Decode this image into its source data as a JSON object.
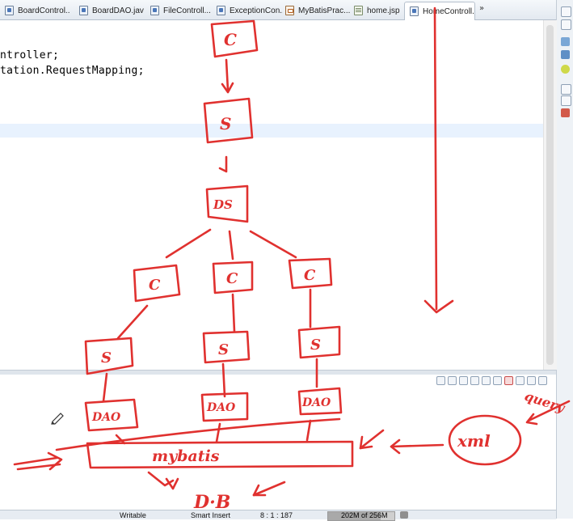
{
  "tabs": [
    {
      "label": "BoardControl...",
      "icon": "java-file-icon",
      "active": false
    },
    {
      "label": "BoardDAO.java",
      "icon": "java-file-icon",
      "active": false
    },
    {
      "label": "FileControll...",
      "icon": "java-file-icon",
      "active": false
    },
    {
      "label": "ExceptionCon...",
      "icon": "java-file-icon",
      "active": false
    },
    {
      "label": "MyBatisPrac...",
      "icon": "xml-file-icon",
      "active": false
    },
    {
      "label": "home.jsp",
      "icon": "jsp-file-icon",
      "active": false
    },
    {
      "label": "HomeControll...",
      "icon": "java-file-icon",
      "active": true
    }
  ],
  "tab_overflow": "»",
  "close_glyph": "✕",
  "editor": {
    "lines": [
      "ntroller;",
      "tation.RequestMapping;"
    ]
  },
  "statusbar": {
    "writable": "Writable",
    "insert_mode": "Smart Insert",
    "position": "8 : 1 : 187",
    "heap": "202M of 256M",
    "heap_fraction": 0.79
  },
  "annotations": {
    "controller": "C",
    "service": "S",
    "dispatcher": "DS",
    "dao": "DAO",
    "mybatis": "mybatis",
    "xml": "xml",
    "query": "query",
    "db": "D·B"
  },
  "colors": {
    "ink": "#e0312f",
    "active_line": "#e8f2fe"
  }
}
